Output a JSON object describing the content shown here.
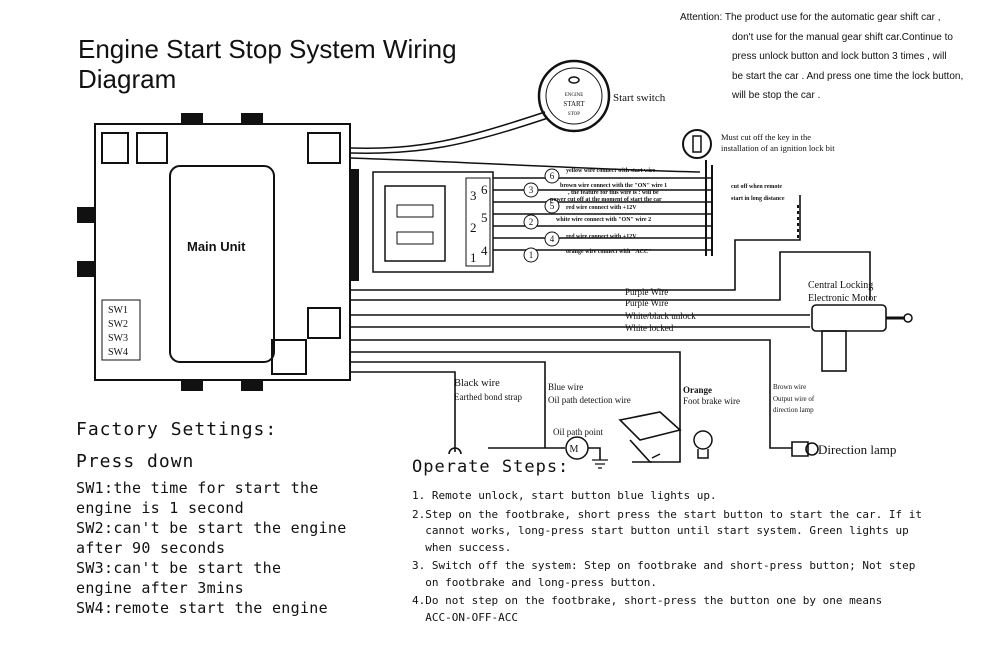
{
  "title": "Engine Start Stop System Wiring Diagram",
  "attention": {
    "label": "Attention:",
    "lines": [
      "The product use for the automatic gear shift car ,",
      "don't use for the manual gear shift car.Continue to",
      "press unlock button and  lock button 3 times , will",
      "be start the car . And press one time the lock button,",
      "will be stop the car ."
    ]
  },
  "main_unit": {
    "label": "Main Unit",
    "switches": [
      "SW1",
      "SW2",
      "SW3",
      "SW4"
    ]
  },
  "start_switch": {
    "button_lines": [
      "ENGINE",
      "START",
      "STOP"
    ],
    "label": "Start switch"
  },
  "connector": {
    "pins": [
      "3",
      "6",
      "2",
      "5",
      "1",
      "4"
    ]
  },
  "wires": [
    {
      "num": "6",
      "label": "yellow wire connect with start wire"
    },
    {
      "num": "3",
      "label": "brown wire connect with the \"ON\" wire 1"
    },
    {
      "num": "",
      "label": ", the feature for this wire is : will be"
    },
    {
      "num": "",
      "label": "power cut off at the moment of start the car"
    },
    {
      "num": "5",
      "label": "red wire connect with +12V"
    },
    {
      "num": "2",
      "label": "white wire connect with  \"ON\" wire 2"
    },
    {
      "num": "4",
      "label": "red wire connect with +12V"
    },
    {
      "num": "1",
      "label": "orange wire connect with \"ACC\""
    }
  ],
  "key_note": [
    "Must cut off the key in the",
    "installation of an ignition lock bit"
  ],
  "cut_off_note": [
    "cut off when remote",
    "start in long distance"
  ],
  "lock_wires": [
    "Purple Wire",
    "Purple Wire",
    "White/black unlock",
    "White locked"
  ],
  "central_locking": [
    "Central Locking",
    "Electronic Motor"
  ],
  "bottom_wires": {
    "black": [
      "Black wire",
      "Earthed bond strap"
    ],
    "blue": [
      "Blue wire",
      "Oil path detection wire"
    ],
    "oil_point": "Oil path point",
    "orange": [
      "Orange",
      "Foot brake wire"
    ],
    "brown": [
      "Brown wire",
      "Output wire of",
      "direction lamp"
    ],
    "direction_lamp": "Direction lamp"
  },
  "factory": {
    "heading": "Factory Settings:",
    "press": "Press down",
    "lines": [
      "SW1:the time for start the",
      "engine is 1 second",
      "SW2:can't be start the engine",
      "after 90 seconds",
      "SW3:can't be   start the",
      "engine after 3mins",
      "SW4:remote start the engine"
    ]
  },
  "operate": {
    "heading": "Operate Steps:",
    "steps": [
      [
        "1. Remote unlock, start button blue lights up."
      ],
      [
        "2.Step on the footbrake, short press the start button to start the car. If it",
        "  cannot works, long-press start button until start system. Green lights up",
        "  when success."
      ],
      [
        "3. Switch off the system: Step on footbrake and short-press button; Not step",
        "  on footbrake and long-press button."
      ],
      [
        "4.Do not step on the footbrake, short-press the button one by one means",
        "  ACC-ON-OFF-ACC"
      ]
    ]
  }
}
